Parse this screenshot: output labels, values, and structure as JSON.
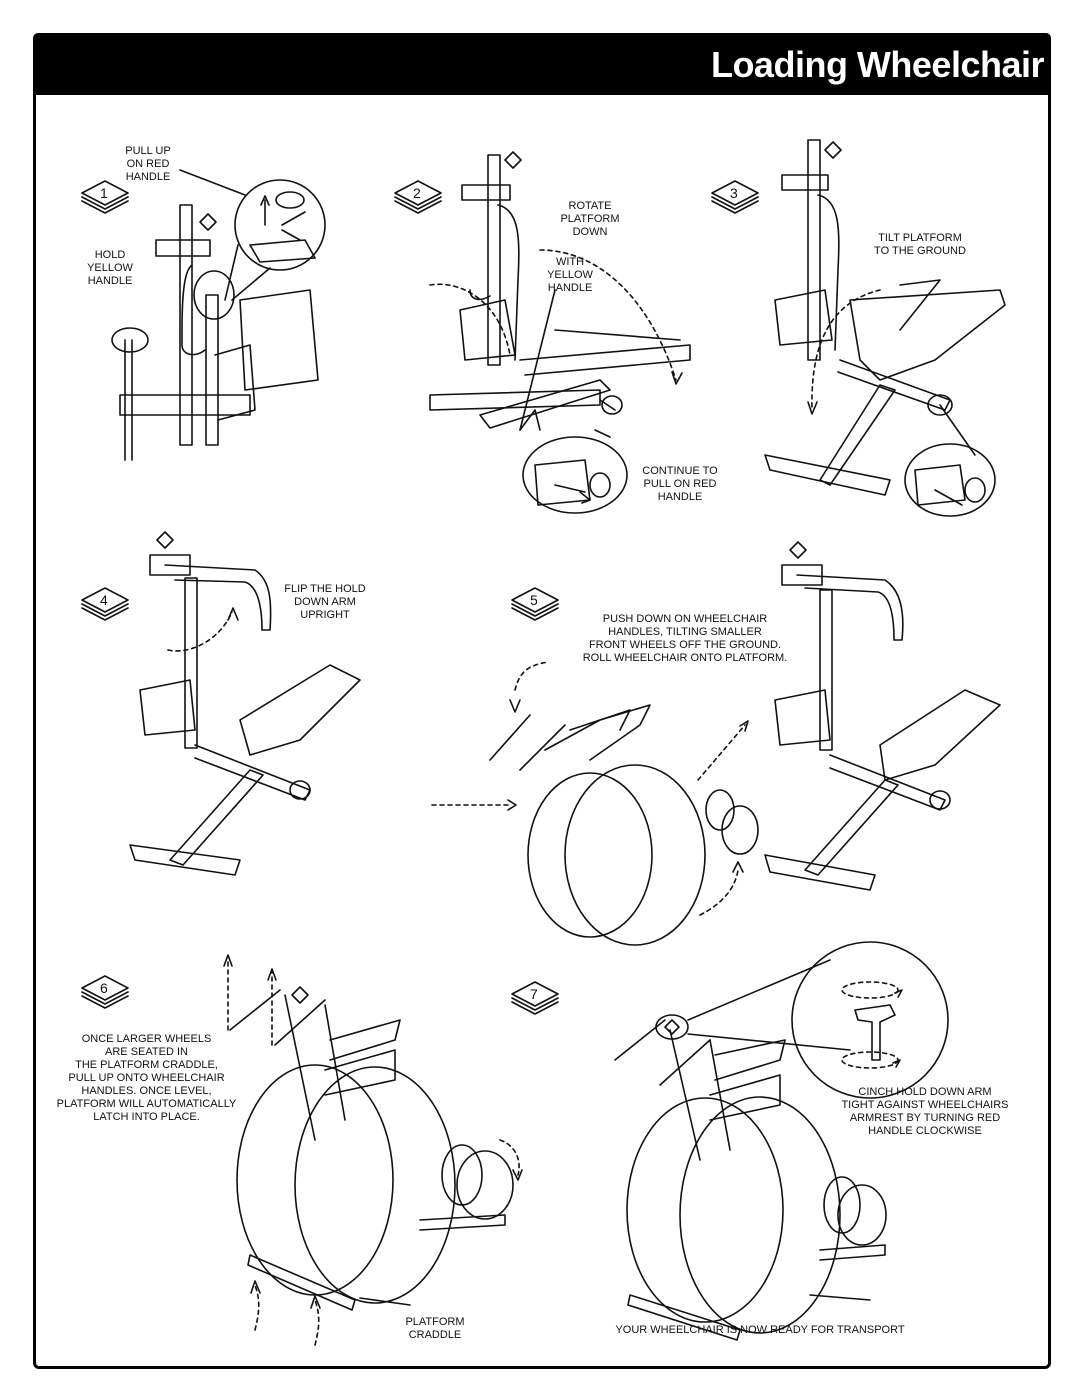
{
  "title": "Loading Wheelchair",
  "steps": [
    {
      "number": "1",
      "captions": [
        "PULL UP\nON RED\nHANDLE",
        "HOLD\nYELLOW\nHANDLE"
      ]
    },
    {
      "number": "2",
      "captions": [
        "ROTATE\nPLATFORM\nDOWN",
        "WITH\nYELLOW\nHANDLE",
        "CONTINUE TO\nPULL ON RED\nHANDLE"
      ]
    },
    {
      "number": "3",
      "captions": [
        "TILT PLATFORM\nTO THE GROUND"
      ]
    },
    {
      "number": "4",
      "captions": [
        "FLIP THE HOLD\nDOWN ARM\nUPRIGHT"
      ]
    },
    {
      "number": "5",
      "captions": [
        "PUSH DOWN ON WHEELCHAIR\nHANDLES, TILTING SMALLER\nFRONT WHEELS OFF THE GROUND.\nROLL WHEELCHAIR ONTO PLATFORM."
      ]
    },
    {
      "number": "6",
      "captions": [
        "ONCE LARGER WHEELS\nARE SEATED IN\nTHE PLATFORM CRADDLE,\nPULL UP ONTO WHEELCHAIR\nHANDLES.  ONCE LEVEL,\nPLATFORM WILL AUTOMATICALLY\nLATCH INTO PLACE.",
        "PLATFORM\nCRADDLE"
      ]
    },
    {
      "number": "7",
      "captions": [
        "CINCH HOLD DOWN ARM\nTIGHT AGAINST WHEELCHAIRS\nARMREST BY TURNING RED\nHANDLE CLOCKWISE"
      ]
    }
  ],
  "footer": "YOUR WHEELCHAIR IS NOW READY FOR TRANSPORT"
}
